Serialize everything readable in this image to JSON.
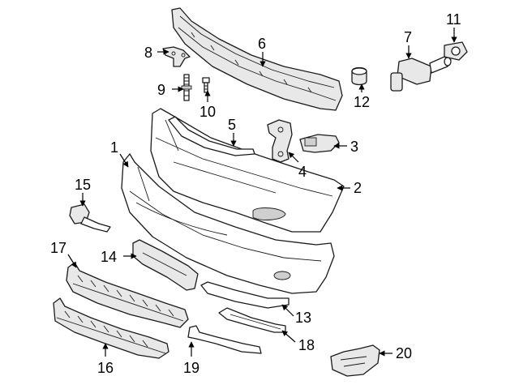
{
  "diagram": {
    "callouts": [
      "1",
      "2",
      "3",
      "4",
      "5",
      "6",
      "7",
      "8",
      "9",
      "10",
      "11",
      "12",
      "13",
      "14",
      "15",
      "16",
      "17",
      "18",
      "19",
      "20"
    ]
  },
  "colors": {
    "line": "#1a1a1a",
    "fill_light": "#e8e8e8",
    "fill_shade": "#cfcfcf",
    "background": "#ffffff"
  }
}
